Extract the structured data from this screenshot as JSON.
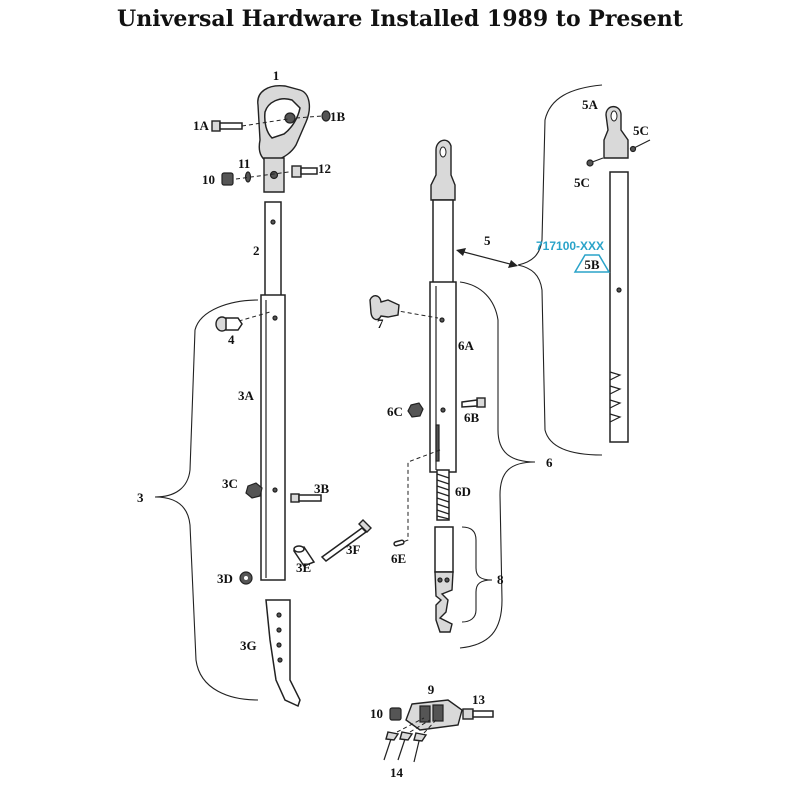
{
  "title": "Universal Hardware Installed 1989 to Present",
  "part_number": "717100-XXX",
  "labels": {
    "l1": "1",
    "l1a": "1A",
    "l1b": "1B",
    "l10a": "10",
    "l11": "11",
    "l12": "12",
    "l2": "2",
    "l3": "3",
    "l3a": "3A",
    "l3b": "3B",
    "l3c": "3C",
    "l3d": "3D",
    "l3e": "3E",
    "l3f": "3F",
    "l3g": "3G",
    "l4": "4",
    "l5": "5",
    "l5a": "5A",
    "l5b": "5B",
    "l5c1": "5C",
    "l5c2": "5C",
    "l6": "6",
    "l6a": "6A",
    "l6b": "6B",
    "l6c": "6C",
    "l6d": "6D",
    "l6e": "6E",
    "l7": "7",
    "l8": "8",
    "l9": "9",
    "l10b": "10",
    "l13": "13",
    "l14": "14"
  },
  "colors": {
    "ink": "#222222",
    "accent": "#2aa3c9"
  }
}
